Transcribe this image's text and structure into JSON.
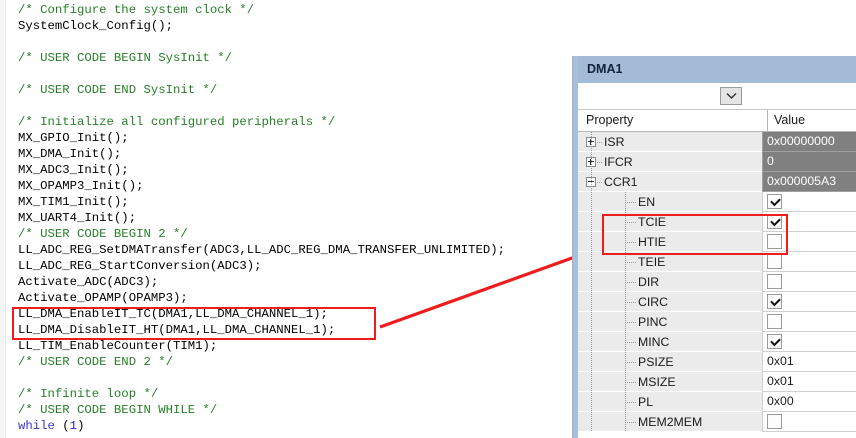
{
  "editor": {
    "lines": [
      [
        {
          "t": "/* Configure the system clock */",
          "c": "cmt"
        }
      ],
      [
        {
          "t": "SystemClock_Config();",
          "c": ""
        }
      ],
      [
        {
          "t": "",
          "c": ""
        }
      ],
      [
        {
          "t": "/* USER CODE BEGIN SysInit */",
          "c": "cmt"
        }
      ],
      [
        {
          "t": "",
          "c": ""
        }
      ],
      [
        {
          "t": "/* USER CODE END SysInit */",
          "c": "cmt"
        }
      ],
      [
        {
          "t": "",
          "c": ""
        }
      ],
      [
        {
          "t": "/* Initialize all configured peripherals */",
          "c": "cmt"
        }
      ],
      [
        {
          "t": "MX_GPIO_Init();",
          "c": ""
        }
      ],
      [
        {
          "t": "MX_DMA_Init();",
          "c": ""
        }
      ],
      [
        {
          "t": "MX_ADC3_Init();",
          "c": ""
        }
      ],
      [
        {
          "t": "MX_OPAMP3_Init();",
          "c": ""
        }
      ],
      [
        {
          "t": "MX_TIM1_Init();",
          "c": ""
        }
      ],
      [
        {
          "t": "MX_UART4_Init();",
          "c": ""
        }
      ],
      [
        {
          "t": "/* USER CODE BEGIN 2 */",
          "c": "cmt"
        }
      ],
      [
        {
          "t": "LL_ADC_REG_SetDMATransfer(ADC3,LL_ADC_REG_DMA_TRANSFER_UNLIMITED);",
          "c": ""
        }
      ],
      [
        {
          "t": "LL_ADC_REG_StartConversion(ADC3);",
          "c": ""
        }
      ],
      [
        {
          "t": "Activate_ADC(ADC3);",
          "c": ""
        }
      ],
      [
        {
          "t": "Activate_OPAMP(OPAMP3);",
          "c": ""
        }
      ],
      [
        {
          "t": "LL_DMA_EnableIT_TC(DMA1,LL_DMA_CHANNEL_1);",
          "c": ""
        }
      ],
      [
        {
          "t": "LL_DMA_DisableIT_HT(DMA1,LL_DMA_CHANNEL_1);",
          "c": ""
        }
      ],
      [
        {
          "t": "LL_TIM_EnableCounter(TIM1);",
          "c": ""
        }
      ],
      [
        {
          "t": "/* USER CODE END 2 */",
          "c": "cmt"
        }
      ],
      [
        {
          "t": "",
          "c": ""
        }
      ],
      [
        {
          "t": "/* Infinite loop */",
          "c": "cmt"
        }
      ],
      [
        {
          "t": "/* USER CODE BEGIN WHILE */",
          "c": "cmt"
        }
      ],
      [
        {
          "t": "while",
          "c": "kw"
        },
        {
          "t": " (",
          "c": ""
        },
        {
          "t": "1",
          "c": "num"
        },
        {
          "t": ")",
          "c": ""
        }
      ]
    ],
    "highlighted_lines": [
      "LL_DMA_EnableIT_TC(DMA1,LL_DMA_CHANNEL_1);",
      "LL_DMA_DisableIT_HT(DMA1,LL_DMA_CHANNEL_1);"
    ]
  },
  "panel": {
    "title": "DMA1",
    "register_select_value": "",
    "dropdown_icon": "chevron-down-icon",
    "columns": [
      "Property",
      "Value"
    ],
    "rows": [
      {
        "name": "ISR",
        "level": 1,
        "expander": "plus",
        "type": "text",
        "value": "0x00000000",
        "readonly": true
      },
      {
        "name": "IFCR",
        "level": 1,
        "expander": "plus",
        "type": "text",
        "value": "0",
        "readonly": true
      },
      {
        "name": "CCR1",
        "level": 1,
        "expander": "minus",
        "type": "text",
        "value": "0x000005A3",
        "readonly": true
      },
      {
        "name": "EN",
        "level": 2,
        "expander": "none",
        "type": "checkbox",
        "value": "checked",
        "readonly": false
      },
      {
        "name": "TCIE",
        "level": 2,
        "expander": "none",
        "type": "checkbox",
        "value": "checked",
        "readonly": false
      },
      {
        "name": "HTIE",
        "level": 2,
        "expander": "none",
        "type": "checkbox",
        "value": "unchecked",
        "readonly": false
      },
      {
        "name": "TEIE",
        "level": 2,
        "expander": "none",
        "type": "checkbox",
        "value": "unchecked",
        "readonly": false
      },
      {
        "name": "DIR",
        "level": 2,
        "expander": "none",
        "type": "checkbox",
        "value": "unchecked",
        "readonly": false
      },
      {
        "name": "CIRC",
        "level": 2,
        "expander": "none",
        "type": "checkbox",
        "value": "checked",
        "readonly": false
      },
      {
        "name": "PINC",
        "level": 2,
        "expander": "none",
        "type": "checkbox",
        "value": "unchecked",
        "readonly": false
      },
      {
        "name": "MINC",
        "level": 2,
        "expander": "none",
        "type": "checkbox",
        "value": "checked",
        "readonly": false
      },
      {
        "name": "PSIZE",
        "level": 2,
        "expander": "none",
        "type": "text",
        "value": "0x01",
        "readonly": false
      },
      {
        "name": "MSIZE",
        "level": 2,
        "expander": "none",
        "type": "text",
        "value": "0x01",
        "readonly": false
      },
      {
        "name": "PL",
        "level": 2,
        "expander": "none",
        "type": "text",
        "value": "0x00",
        "readonly": false
      },
      {
        "name": "MEM2MEM",
        "level": 2,
        "expander": "none",
        "type": "checkbox",
        "value": "unchecked",
        "readonly": false
      }
    ],
    "highlighted_rows": [
      "TCIE",
      "HTIE"
    ]
  },
  "annotations": {
    "arrow_color": "#ee1c1c",
    "box_color": "#ee1c1c",
    "arrow_from": "code-highlight-box",
    "arrow_to": "panel-highlight-box"
  }
}
